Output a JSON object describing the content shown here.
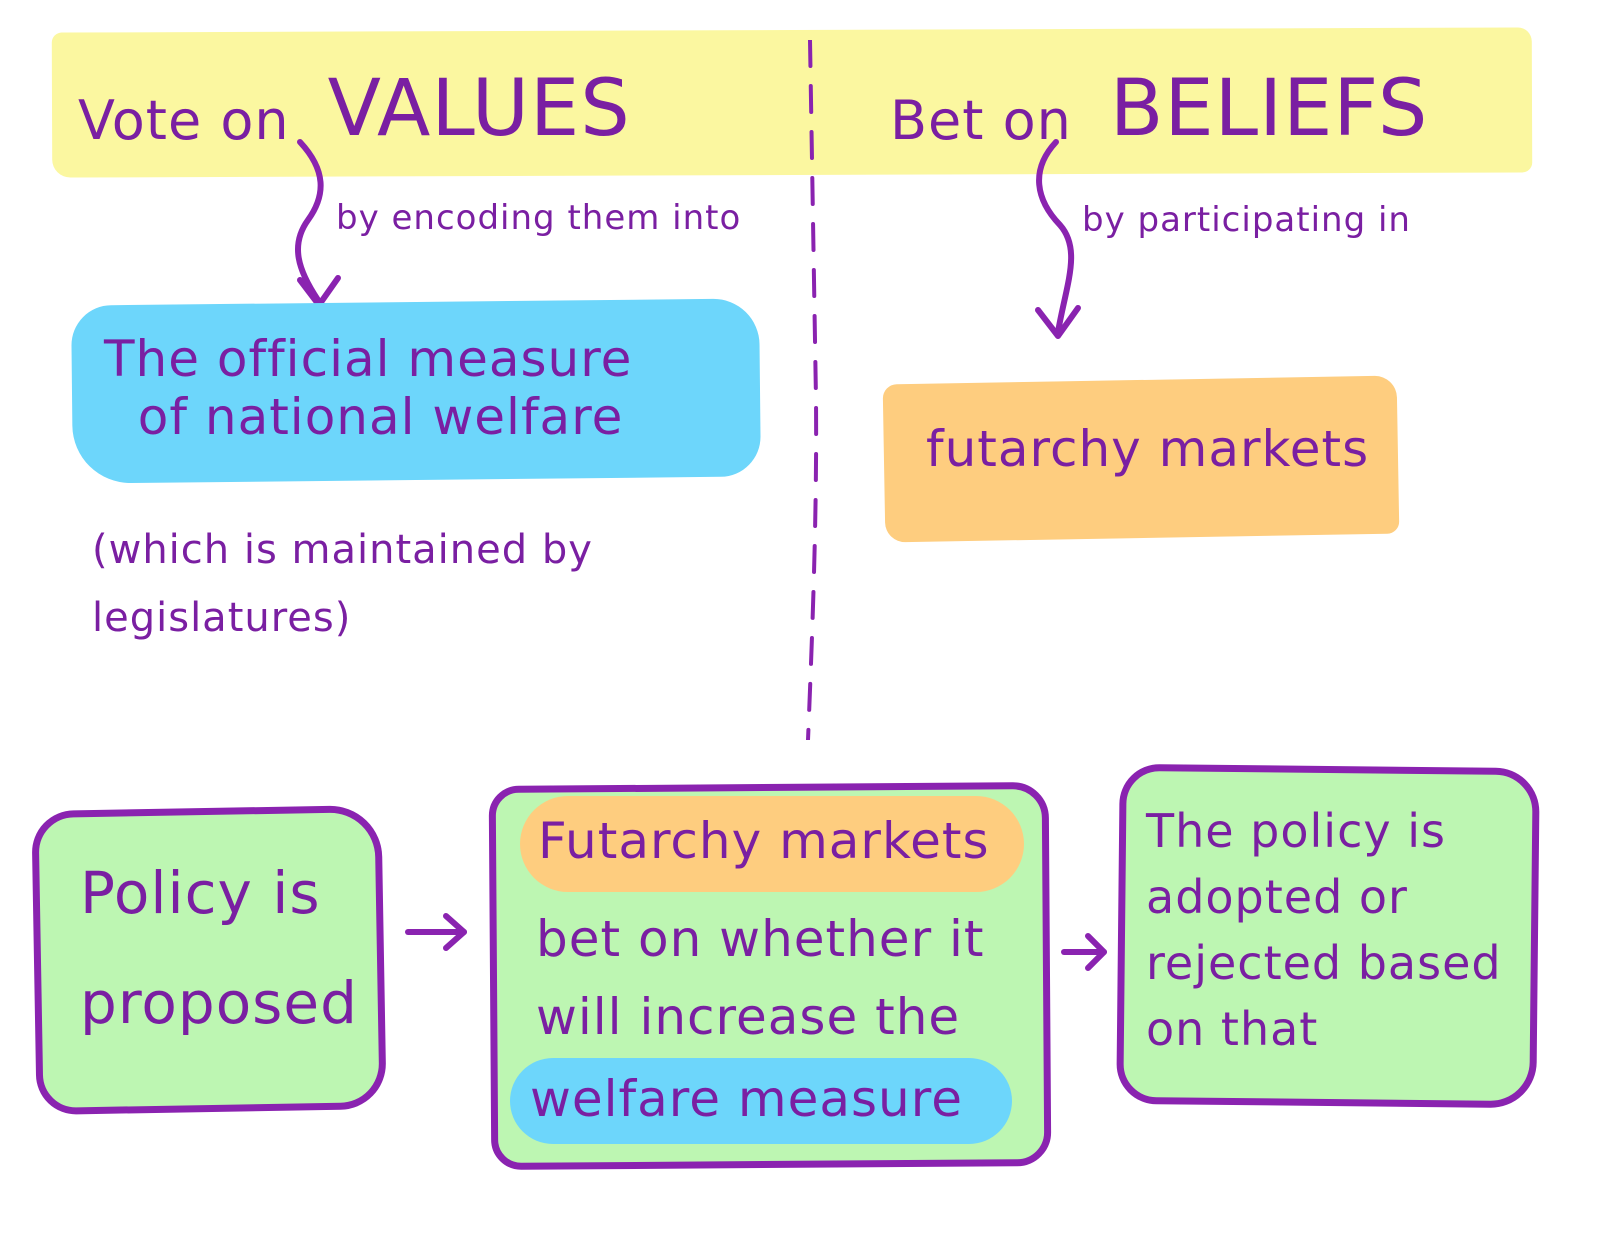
{
  "header": {
    "left_prefix": "Vote on",
    "left_keyword": "VALUES",
    "right_prefix": "Bet on",
    "right_keyword": "BELIEFS"
  },
  "left": {
    "connector_label": "by encoding them into",
    "box_text": "The official measure\n  of national welfare",
    "note": "(which is maintained by\n legislatures)"
  },
  "right": {
    "connector_label": "by participating in",
    "box_text": "futarchy markets"
  },
  "flow": {
    "step1": "Policy is proposed",
    "step2_highlight_top": "Futarchy markets",
    "step2_text": "bet on whether it\nwill increase the",
    "step2_highlight_bottom": "welfare measure",
    "step3": "The policy is\nadopted or\nrejected based\n on that"
  },
  "colors": {
    "ink": "#7a1fa2",
    "yellow": "#fbf7a0",
    "blue": "#6dd6fb",
    "orange": "#fecd7f",
    "green": "#bdf6b2"
  },
  "icons": [
    "squiggle-arrow-down-icon",
    "arrow-right-icon"
  ]
}
